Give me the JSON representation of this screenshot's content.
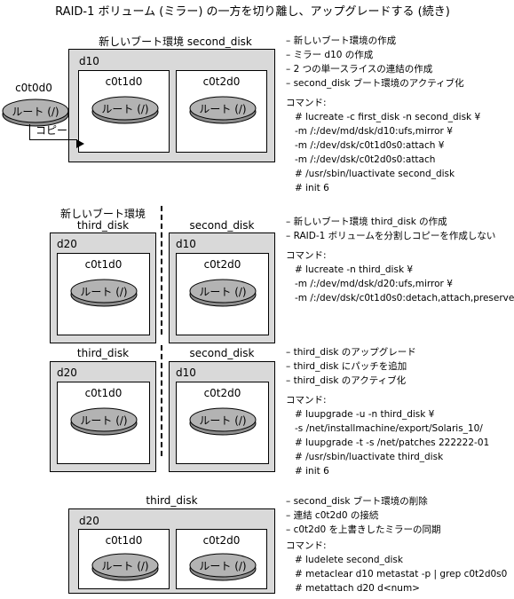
{
  "title": "RAID-1 ボリューム (ミラー) の一方を切り離し、アップグレードする (続き)",
  "steps": [
    {
      "header": "新しいブート環境 second_disk",
      "outer_label": "d10",
      "disks": [
        "c0t1d0",
        "c0t2d0"
      ],
      "root_label": "ルート (/)",
      "source_disk": "c0t0d0",
      "copy_label": "コピー",
      "notes": [
        "– 新しいブート環境の作成",
        "– ミラー d10 の作成",
        "– 2 つの単一スライスの連結の作成",
        "– second_disk ブート環境のアクティブ化"
      ],
      "cmd_header": "コマンド:",
      "commands": [
        "# lucreate -c first_disk -n second_disk ¥",
        "-m /:/dev/md/dsk/d10:ufs,mirror ¥",
        "-m /:/dev/dsk/c0t1d0s0:attach ¥",
        "-m /:/dev/dsk/c0t2d0s0:attach",
        "# /usr/sbin/luactivate second_disk",
        "# init 6"
      ]
    },
    {
      "left_header_1": "新しいブート環境",
      "left_header_2": "third_disk",
      "right_header": "second_disk",
      "left_outer": "d20",
      "right_outer": "d10",
      "left_disk": "c0t1d0",
      "right_disk": "c0t2d0",
      "notes": [
        "– 新しいブート環境 third_disk の作成",
        "– RAID-1 ボリュームを分割しコピーを作成しない"
      ],
      "cmd_header": "コマンド:",
      "commands": [
        "# lucreate -n third_disk ¥",
        "-m /:/dev/md/dsk/d20:ufs,mirror ¥",
        "-m /:/dev/dsk/c0t1d0s0:detach,attach,preserve"
      ]
    },
    {
      "left_header": "third_disk",
      "right_header": "second_disk",
      "left_outer": "d20",
      "right_outer": "d10",
      "left_disk": "c0t1d0",
      "right_disk": "c0t2d0",
      "notes": [
        "– third_disk のアップグレード",
        "– third_disk にパッチを追加",
        "– third_disk のアクティブ化"
      ],
      "cmd_header": "コマンド:",
      "commands": [
        "# luupgrade -u -n third_disk ¥",
        "-s /net/installmachine/export/Solaris_10/",
        "# luupgrade -t -s /net/patches 222222-01",
        "# /usr/sbin/luactivate third_disk",
        "# init 6"
      ]
    },
    {
      "header": "third_disk",
      "outer_label": "d20",
      "disks": [
        "c0t1d0",
        "c0t2d0"
      ],
      "notes": [
        "– second_disk ブート環境の削除",
        "– 連結 c0t2d0 の接続",
        "– c0t2d0 を上書きしたミラーの同期"
      ],
      "cmd_header": "コマンド:",
      "commands": [
        "# ludelete second_disk",
        "# metaclear d10 metastat -p | grep c0t2d0s0",
        "# metattach d20 d<num>"
      ]
    }
  ],
  "colors": {
    "outer_fill": "#d9d9d9",
    "disk_fill": "#b3b3b3",
    "disk_dark": "#8c8c8c",
    "inner_fill": "#ffffff"
  }
}
